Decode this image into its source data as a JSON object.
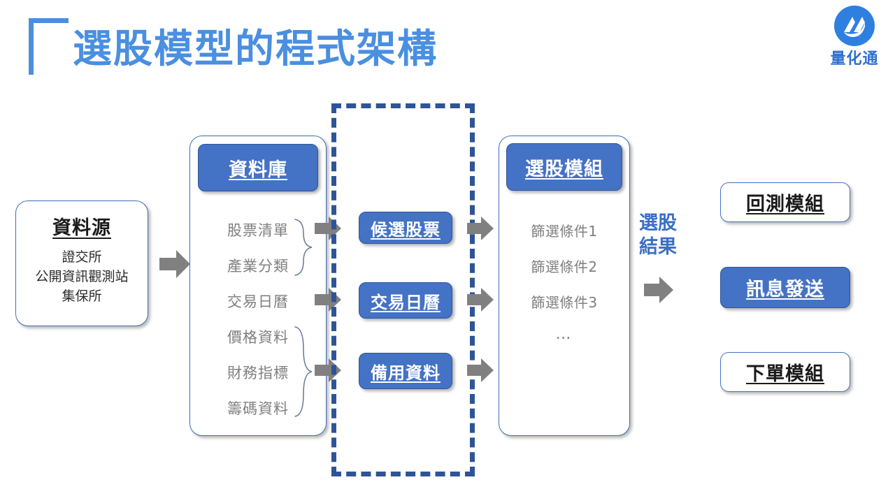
{
  "header": {
    "title": "選股模型的程式架構",
    "bracket_icon": "corner-bracket-icon"
  },
  "logo": {
    "mark": "quant-logo-mark",
    "text": "量化通"
  },
  "colors": {
    "title_blue": "#4a8fe0",
    "accent_blue": "#4472c4",
    "dashed_blue": "#2e5496",
    "arrow_grey": "#808080",
    "item_grey": "#7f7f7f"
  },
  "source": {
    "title": "資料源",
    "items": [
      "證交所",
      "公開資訊觀測站",
      "集保所"
    ]
  },
  "database": {
    "header": "資料庫",
    "items": [
      "股票清單",
      "產業分類",
      "交易日曆",
      "價格資料",
      "財務指標",
      "籌碼資料"
    ]
  },
  "middle": {
    "boxes": [
      "候選股票",
      "交易日曆",
      "備用資料"
    ]
  },
  "model": {
    "header": "選股模組",
    "items": [
      "篩選條件1",
      "篩選條件2",
      "篩選條件3",
      "…"
    ]
  },
  "result": {
    "label_line1": "選股",
    "label_line2": "結果"
  },
  "outputs": [
    {
      "label": "回測模組",
      "highlighted": false
    },
    {
      "label": "訊息發送",
      "highlighted": true
    },
    {
      "label": "下單模組",
      "highlighted": false
    }
  ]
}
